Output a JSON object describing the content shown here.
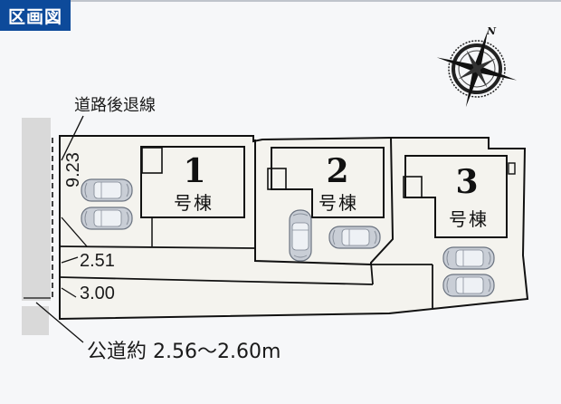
{
  "header": {
    "badge_label": "区画図",
    "badge_color": "#0d4a9a"
  },
  "annotations": {
    "setback_label": "道路後退線",
    "road_label": "公道約 2.56～2.60m",
    "dimensions": {
      "frontage": "9.23",
      "passage_1": "2.51",
      "passage_2": "3.00"
    }
  },
  "compass": {
    "icon": "compass-rose-icon",
    "north_label": "N"
  },
  "buildings": [
    {
      "number": "1",
      "label": "号棟",
      "parking_spaces": 2
    },
    {
      "number": "2",
      "label": "号棟",
      "parking_spaces": 2
    },
    {
      "number": "3",
      "label": "号棟",
      "parking_spaces": 2
    }
  ],
  "colors": {
    "lot_fill": "#f4f3ee",
    "road_strip": "#d9d9d9",
    "line": "#111111",
    "background": "#f6f7f9"
  }
}
